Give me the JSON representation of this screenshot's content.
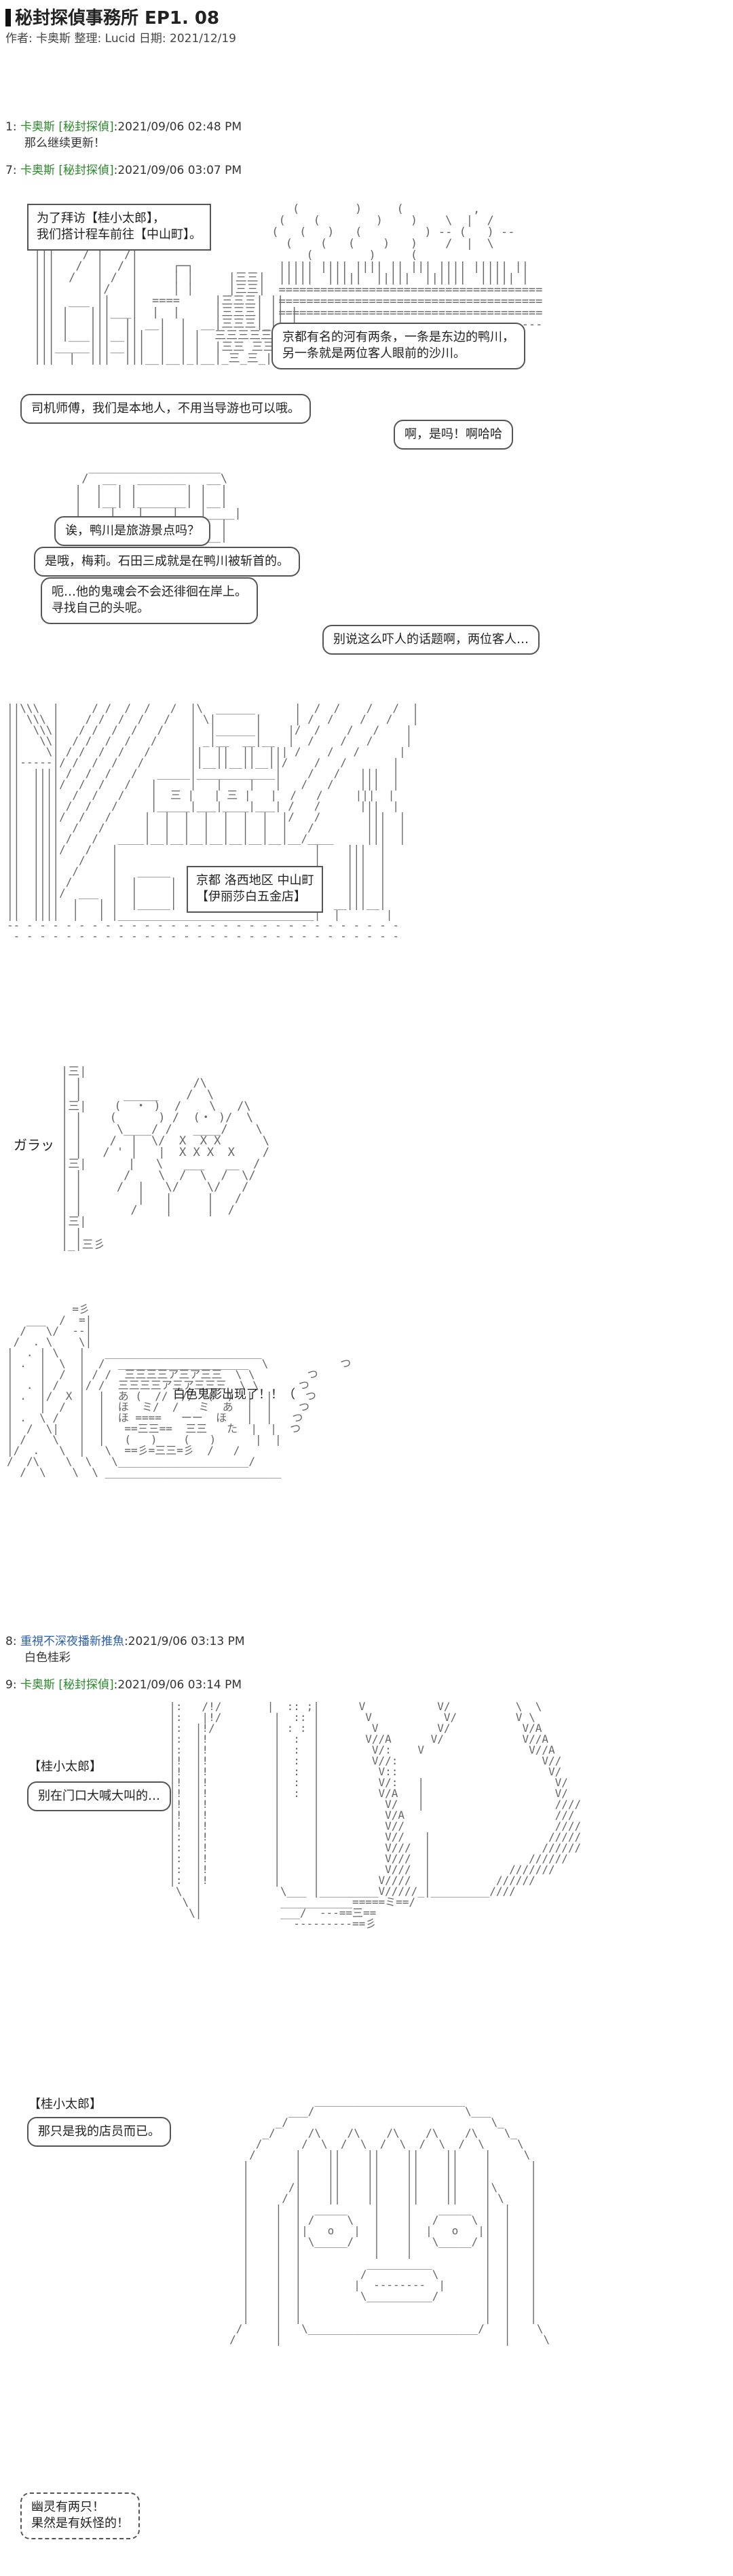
{
  "header": {
    "title": "秘封探偵事務所 EP1. 08",
    "meta": "作者: 卡奥斯 整理: Lucid 日期: 2021/12/19"
  },
  "posts": [
    {
      "num": "1:",
      "author": "卡奥斯",
      "tag": "[秘封探偵]",
      "time": ":2021/09/06 02:48 PM",
      "body": "那么继续更新！"
    },
    {
      "num": "7:",
      "author": "卡奥斯",
      "tag": "[秘封探偵]",
      "time": ":2021/09/06 03:07 PM",
      "body": ""
    },
    {
      "num": "8:",
      "author": "重視不深夜播新推魚",
      "tag": "",
      "time": ":2021/9/06 03:13 PM",
      "body": "白色桂彩"
    },
    {
      "num": "9:",
      "author": "卡奥斯",
      "tag": "[秘封探偵]",
      "time": ":2021/09/06 03:14 PM",
      "body": ""
    }
  ],
  "panel1": {
    "caption_1": "为了拜访【桂小太郎】，",
    "caption_2": "我们搭计程车前往【中山町】。",
    "driver_1": "京都有名的河有两条，一条是东边的鸭川，",
    "driver_2": "另一条就是两位客人眼前的沙川。",
    "q_1": "司机师傅，我们是本地人，不用当导游也可以哦。",
    "q_2": "啊，是吗！啊哈哈",
    "q_3": "诶，鸭川是旅游景点吗？",
    "a_1": "是哦，梅莉。石田三成就是在鸭川被斩首的。",
    "a_2": "呃…他的鬼魂会不会还徘徊在岸上。",
    "a_3": "寻找自己的头呢。",
    "driver_3": "别说这么吓人的话题啊，两位客人…"
  },
  "panel2": {
    "loc_1": "京都 洛西地区 中山町",
    "loc_2": "【伊丽莎白五金店】"
  },
  "panel3": {
    "sfx": "ガラッ"
  },
  "panel4": {
    "shout": "白色鬼影出现了！！（"
  },
  "panel5": {
    "speaker": "【桂小太郎】",
    "line": "别在门口大喊大叫的…"
  },
  "panel6": {
    "speaker": "【桂小太郎】",
    "line": "那只是我的店员而已。",
    "cry_1": "幽灵有两只！",
    "cry_2": "果然是有妖怪的！"
  }
}
